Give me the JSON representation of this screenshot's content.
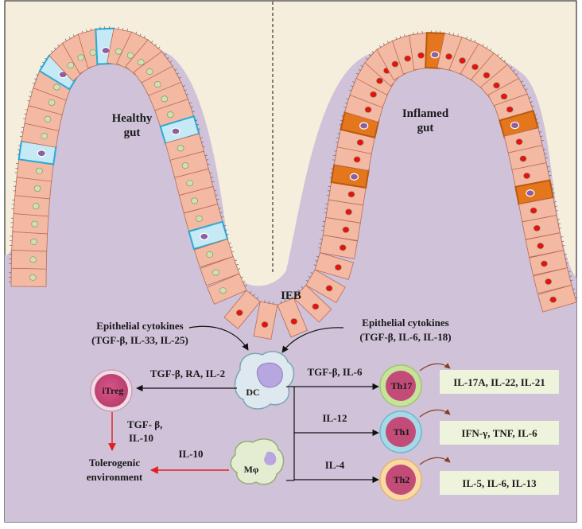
{
  "regions": {
    "healthy": "Healthy gut",
    "inflamed": "Inflamed gut",
    "barrier": "IEB"
  },
  "cytokine_sources": {
    "healthy_title": "Epithelial cytokines",
    "healthy_list": "(TGF-β, IL-33, IL-25)",
    "inflamed_title": "Epithelial cytokines",
    "inflamed_list": "(TGF-β, IL-6, IL-18)"
  },
  "cells": {
    "dc": "DC",
    "macrophage": "Mφ",
    "itreg": "iTreg",
    "th17": "Th17",
    "th1": "Th1",
    "th2": "Th2"
  },
  "arrows": {
    "dc_to_itreg": "TGF-β, RA, IL-2",
    "itreg_to_tol_1": "TGF- β,",
    "itreg_to_tol_2": "IL-10",
    "mac_to_tol": "IL-10",
    "to_th17": "TGF-β, IL-6",
    "to_th1": "IL-12",
    "to_th2": "IL-4"
  },
  "outcome": {
    "line1": "Tolerogenic",
    "line2": "environment"
  },
  "outputs": {
    "th17": "IL-17A, IL-22, IL-21",
    "th1": "IFN-γ, TNF, IL-6",
    "th2": "IL-5, IL-6, IL-13"
  },
  "colors": {
    "lumen": "#f5eedc",
    "lamina": "#cfc2d9",
    "epithelium": "#f3b9a2",
    "cell_border": "#b86b55",
    "healthy_special": "#c5e9f5",
    "healthy_special_border": "#2aa9d6",
    "inflamed_special": "#e4771e",
    "healthy_nucleus": "#cfe1b4",
    "inflamed_nucleus": "#e81010",
    "inhibit_arrow": "#e02020",
    "output_box": "#eef3dc"
  }
}
